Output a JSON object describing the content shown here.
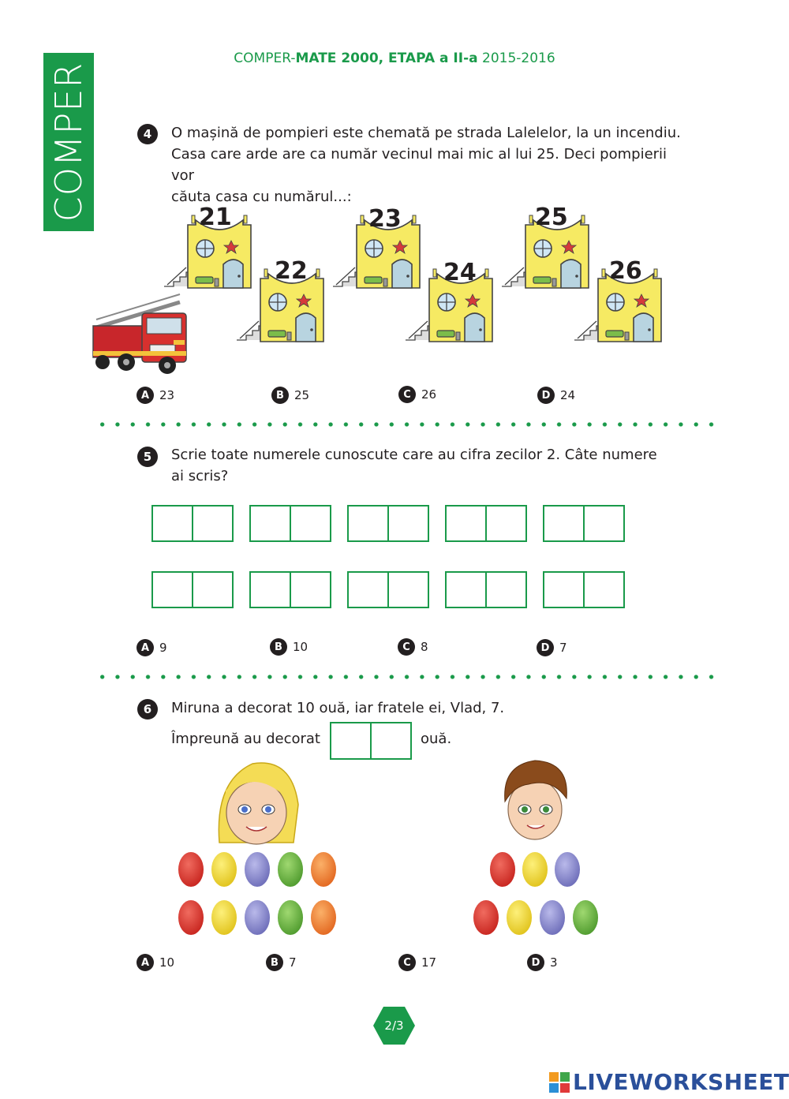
{
  "header": {
    "logo_text": "COMPER",
    "title_prefix": "COMPER-",
    "title_main": "MATE 2000, ETAPA a II-a",
    "title_year": "2015-2016"
  },
  "q4": {
    "number": "4",
    "text_line1": "O mașină de pompieri este chemată pe strada Lalelelor, la un incendiu.",
    "text_line2": "Casa care arde are ca număr vecinul mai mic al lui 25. Deci pompierii vor",
    "text_line3": "căuta casa cu numărul...:",
    "houses": [
      "21",
      "22",
      "23",
      "24",
      "25",
      "26"
    ],
    "options": [
      {
        "letter": "A",
        "value": "23"
      },
      {
        "letter": "B",
        "value": "25"
      },
      {
        "letter": "C",
        "value": "26"
      },
      {
        "letter": "D",
        "value": "24"
      }
    ]
  },
  "q5": {
    "number": "5",
    "text_line1": "Scrie toate numerele cunoscute care au cifra zecilor 2. Câte numere",
    "text_line2": "ai scris?",
    "options": [
      {
        "letter": "A",
        "value": "9"
      },
      {
        "letter": "B",
        "value": "10"
      },
      {
        "letter": "C",
        "value": "8"
      },
      {
        "letter": "D",
        "value": "7"
      }
    ]
  },
  "q6": {
    "number": "6",
    "text_line1": "Miruna a decorat 10 ouă, iar fratele ei, Vlad, 7.",
    "text_before_box": "Împreună au decorat",
    "text_after_box": "ouă.",
    "options": [
      {
        "letter": "A",
        "value": "10"
      },
      {
        "letter": "B",
        "value": "7"
      },
      {
        "letter": "C",
        "value": "17"
      },
      {
        "letter": "D",
        "value": "3"
      }
    ]
  },
  "footer": {
    "page": "2/3",
    "brand": "LIVEWORKSHEETS"
  },
  "colors": {
    "green": "#1a9a4a",
    "house_yellow": "#f6ea63",
    "brand_blue": "#2a4f9a"
  }
}
